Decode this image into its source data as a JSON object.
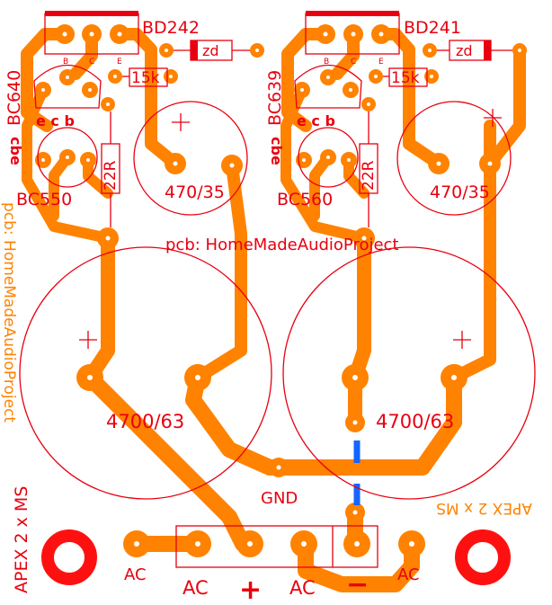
{
  "board": {
    "credit": "pcb: HomeMadeAudioProject",
    "credit_mirrored": "pcb: HomeMadeAudioProject",
    "title_vertical": "APEX 2 x MS",
    "title_mirrored": "APEX 2 x MS",
    "gnd_label": "GND",
    "colors": {
      "copper": "#ff8200",
      "silk": "#e8000f",
      "jumper": "#1565ff",
      "mount": "#ff1010"
    }
  },
  "left_section": {
    "transistor_top": "BD242",
    "driver_top": "BC640",
    "driver_bottom": "BC550",
    "pins_top": [
      "B",
      "C",
      "E"
    ],
    "pins_driver": "e c b",
    "pins_driver_bottom": "cbe",
    "diode": "zd",
    "resistor_h": "15k",
    "resistor_v": "22R",
    "cap_small": "470/35",
    "cap_large": "4700/63",
    "plus_marks": [
      "+",
      "+"
    ]
  },
  "right_section": {
    "transistor_top": "BD241",
    "driver_top": "BC639",
    "driver_bottom": "BC560",
    "pins_top": [
      "B",
      "C",
      "E"
    ],
    "pins_driver": "e c b",
    "pins_driver_bottom": "cbe",
    "diode": "zd",
    "resistor_h": "15k",
    "resistor_v": "22R",
    "cap_small": "470/35",
    "cap_large": "4700/63",
    "plus_marks": [
      "+",
      "+"
    ]
  },
  "connector": {
    "labels": [
      "AC",
      "AC",
      "+",
      "AC",
      "−",
      "AC"
    ]
  }
}
